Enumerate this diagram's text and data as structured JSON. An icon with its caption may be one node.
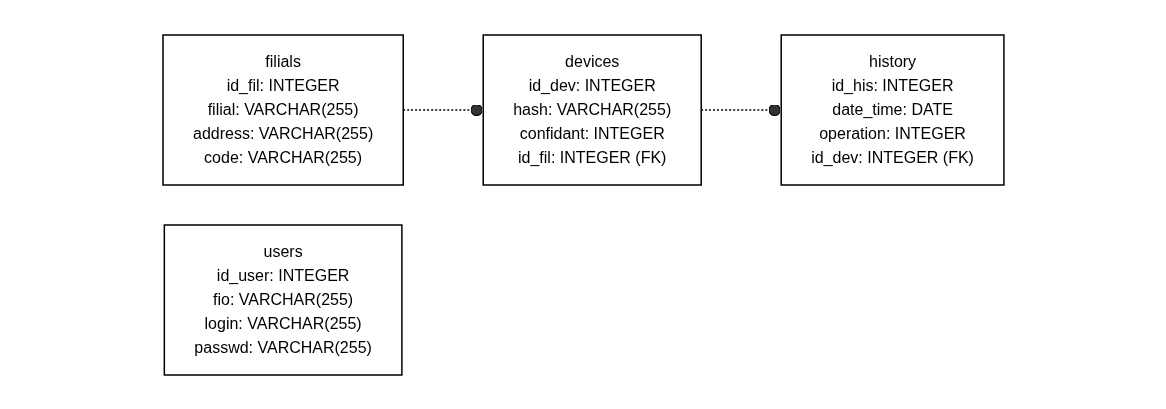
{
  "diagram": {
    "nodes": [
      {
        "text": [
          "filials",
          "id_fil: INTEGER",
          "filial: VARCHAR(255)",
          "address: VARCHAR(255)",
          "code: VARCHAR(255)"
        ]
      },
      {
        "text": [
          "devices",
          "id_dev: INTEGER",
          "hash: VARCHAR(255)",
          "confidant: INTEGER",
          "id_fil: INTEGER (FK)"
        ]
      },
      {
        "text": [
          "history",
          "id_his: INTEGER",
          "date_time: DATE",
          "operation: INTEGER",
          "id_dev: INTEGER (FK)"
        ]
      },
      {
        "text": [
          "users",
          "id_user: INTEGER",
          "fio: VARCHAR(255)",
          "login: VARCHAR(255)",
          "passwd: VARCHAR(255)"
        ]
      }
    ],
    "edges": [
      {
        "from": 0,
        "to": 1,
        "arrow": "other",
        "style": "dashed"
      },
      {
        "from": 1,
        "to": 2,
        "arrow": "other",
        "style": "dashed"
      }
    ]
  }
}
